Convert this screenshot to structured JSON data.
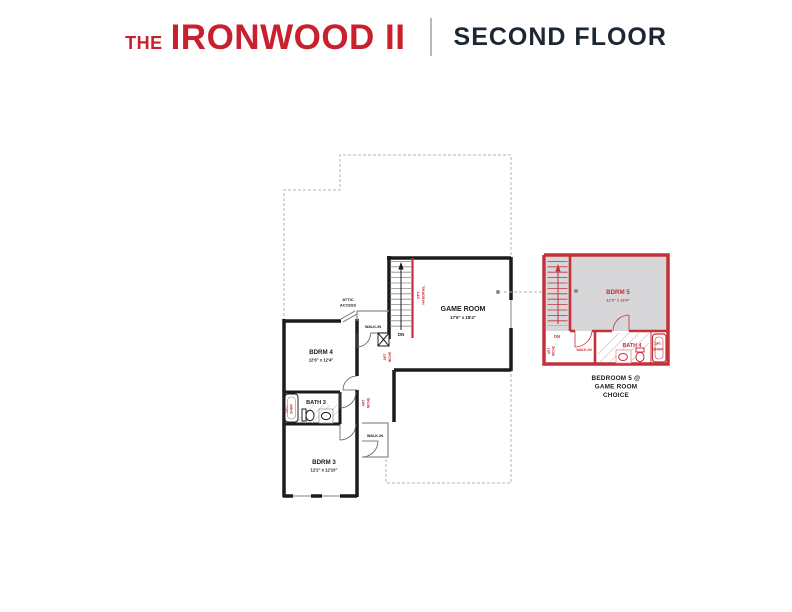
{
  "header": {
    "prefix": "THE",
    "name": "IRONWOOD II",
    "floor": "SECOND FLOOR"
  },
  "colors": {
    "accent_red": "#c9202e",
    "plan_red": "#c4313b",
    "dark_text": "#1d2733",
    "wall": "#1c1c1c",
    "inset_fill": "#d7d6d8"
  },
  "plan": {
    "game_room_name": "GAME ROOM",
    "game_room_dims": "17'6\" x 18'4\"",
    "bdrm4_name": "BDRM 4",
    "bdrm4_dims": "12'6\" x 12'4\"",
    "bath3_name": "BATH 3",
    "bdrm3_name": "BDRM 3",
    "bdrm3_dims": "12'2\" x 12'10\"",
    "attic_line1": "ATTIC",
    "attic_line2": "ACCESS",
    "walk_in": "WALK-IN",
    "dn": "DN",
    "opt": "OPT.",
    "handrail": "HANDRAIL",
    "art": "ART",
    "niche": "NICHE",
    "shwr": "SHWR"
  },
  "inset": {
    "bdrm5_name": "BDRM 5",
    "bdrm5_dims": "12'3\" x 16'4\"",
    "bath4_name": "BATH 4",
    "walk_in": "WALK-IN",
    "dn": "DN",
    "opt": "OPT.",
    "shwr": "SHWR",
    "art": "ART",
    "niche": "NICHE",
    "caption1": "BEDROOM 5 @",
    "caption2": "GAME ROOM",
    "caption3": "CHOICE"
  }
}
